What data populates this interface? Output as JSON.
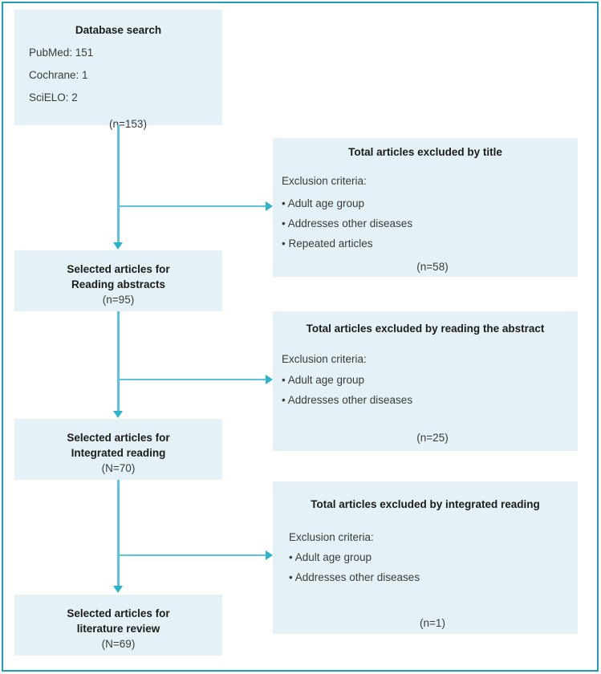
{
  "diagram": {
    "type": "prisma-flowchart",
    "colors": {
      "box_fill": "#e4f2f7",
      "connector": "#5cc3d8",
      "arrowhead": "#29b3cc",
      "page_border": "#1f9cc0",
      "text": "#333333"
    }
  },
  "source_box": {
    "title": "Database search",
    "sources": [
      "PubMed: 151",
      "Cochrane: 1",
      "SciELO: 2"
    ],
    "count": "(n=153)"
  },
  "flow_boxes": [
    {
      "line1": "Selected articles for",
      "line2": "Reading abstracts",
      "count": "(n=95)"
    },
    {
      "line1": "Selected articles for",
      "line2": "Integrated reading",
      "count": "(N=70)"
    },
    {
      "line1": "Selected articles for",
      "line2": "literature review",
      "count": "(N=69)"
    }
  ],
  "exclusion_boxes": [
    {
      "title": "Total articles excluded by title",
      "criteria_label": "Exclusion criteria:",
      "criteria": [
        "• Adult age group",
        "• Addresses other diseases",
        "• Repeated articles"
      ],
      "count": "(n=58)"
    },
    {
      "title": "Total articles excluded by reading the abstract",
      "criteria_label": "Exclusion criteria:",
      "criteria": [
        "• Adult age group",
        "• Addresses other diseases"
      ],
      "count": "(n=25)"
    },
    {
      "title": "Total articles excluded by integrated reading",
      "criteria_label": "Exclusion criteria:",
      "criteria": [
        "• Adult age group",
        "• Addresses other diseases"
      ],
      "count": "(n=1)"
    }
  ]
}
